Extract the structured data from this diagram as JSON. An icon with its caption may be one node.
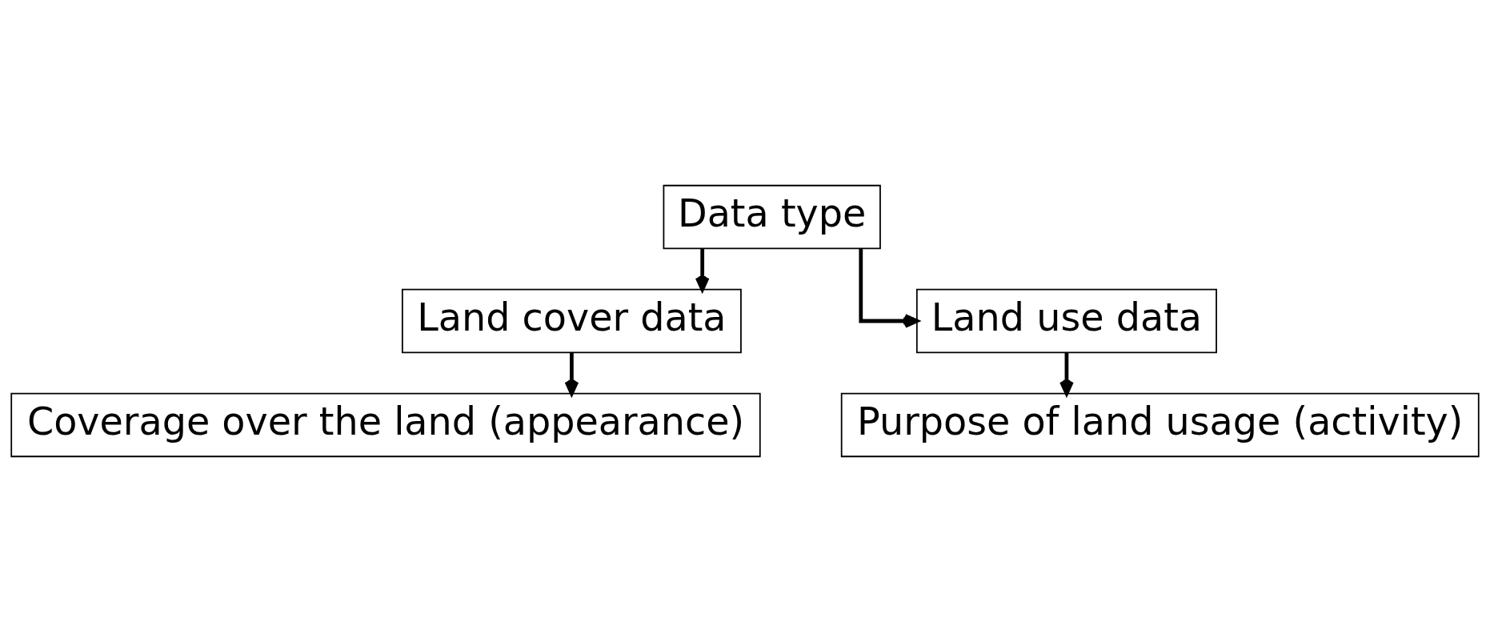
{
  "diagram": {
    "nodes": [
      {
        "text": [
          "Data type"
        ]
      },
      {
        "text": [
          "Land cover data"
        ]
      },
      {
        "text": [
          "Land use data"
        ]
      },
      {
        "text": [
          "Coverage over the land (appearance)"
        ]
      },
      {
        "text": [
          "Purpose of land usage (activity)"
        ]
      }
    ],
    "edges": [
      {
        "from": 0,
        "to": 1,
        "arrow": "to"
      },
      {
        "from": 0,
        "to": 2,
        "arrow": "to"
      },
      {
        "from": 1,
        "to": 3,
        "arrow": "to"
      },
      {
        "from": 2,
        "to": 4,
        "arrow": "to"
      }
    ]
  }
}
